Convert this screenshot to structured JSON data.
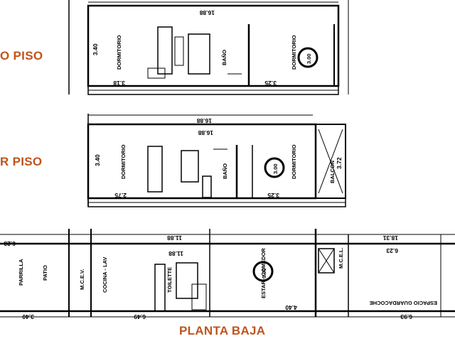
{
  "colors": {
    "label": "#c0541c",
    "line": "#000000",
    "background": "#ffffff"
  },
  "floors": [
    {
      "label": "O PISO",
      "rooms": [
        "DORMITORIO",
        "DORMITORIO",
        "BAÑO"
      ],
      "area": "3.00",
      "dims": [
        "16.88",
        "3.40",
        "3.18",
        "3.25"
      ]
    },
    {
      "label": "R PISO",
      "rooms": [
        "DORMITORIO",
        "DORMITORIO",
        "BAÑO",
        "BALCON"
      ],
      "area": "3.00",
      "dims": [
        "16.88",
        "16.88",
        "3.40",
        "2.75",
        "3.25",
        "3.72"
      ]
    },
    {
      "label": "PLANTA BAJA",
      "rooms": [
        "PARRILLA",
        "PATIO",
        "M.C.E.V.",
        "COCINA - LAV",
        "TOILETTE",
        "ESTAR - COMEDOR",
        "ESPACIO GUARDACOCHE",
        "M.C.E.L."
      ],
      "area": "3.00",
      "dims": [
        "6.23",
        "11.88",
        "11.88",
        "18.31",
        "6.23",
        "3.40",
        "6.49",
        "4.40",
        "6.93"
      ]
    }
  ]
}
